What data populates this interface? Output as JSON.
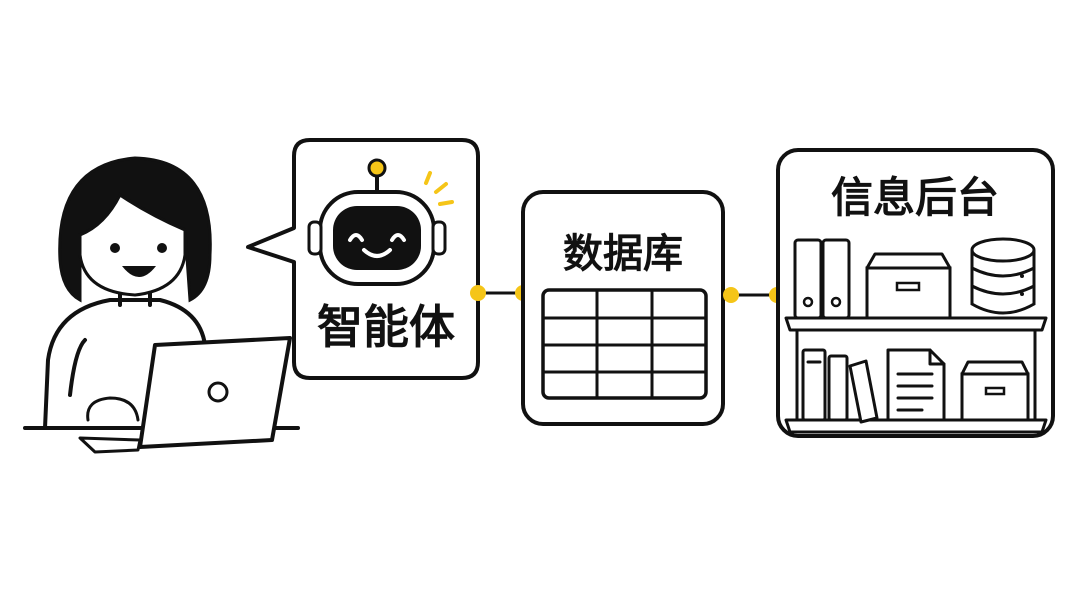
{
  "nodes": {
    "agent": {
      "label": "智能体"
    },
    "database": {
      "label": "数据库"
    },
    "backend": {
      "label": "信息后台"
    }
  },
  "colors": {
    "ink": "#111111",
    "accent": "#f5c518",
    "background": "#ffffff",
    "robot_face": "#111111"
  },
  "icons": [
    "person-with-laptop-icon",
    "robot-icon",
    "table-icon",
    "binder-icon",
    "storage-box-icon",
    "database-cylinder-icon",
    "book-icon",
    "document-icon"
  ]
}
